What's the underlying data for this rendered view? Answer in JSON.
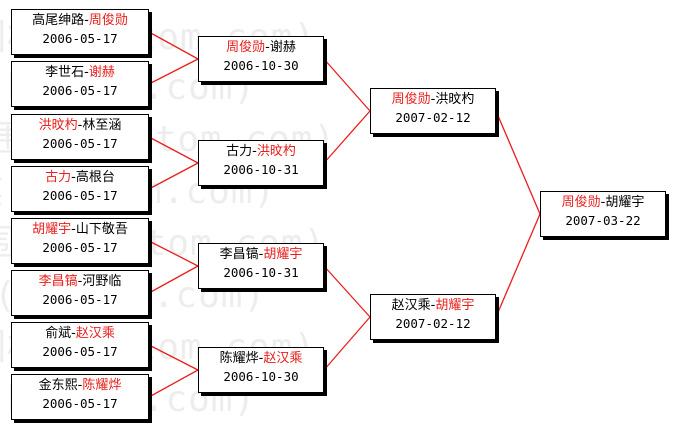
{
  "watermark": {
    "text": "围棋(hoetom.com)"
  },
  "colors": {
    "winner": "#e8201e",
    "line": "#e8201e",
    "text": "#000000"
  },
  "rounds": {
    "round1": [
      {
        "p1": "高尾绅路",
        "p2": "周俊勋",
        "date": "2006-05-17",
        "winner": 2
      },
      {
        "p1": "李世石",
        "p2": "谢赫",
        "date": "2006-05-17",
        "winner": 2
      },
      {
        "p1": "洪旼杓",
        "p2": "林至涵",
        "date": "2006-05-17",
        "winner": 1
      },
      {
        "p1": "古力",
        "p2": "高根台",
        "date": "2006-05-17",
        "winner": 1
      },
      {
        "p1": "胡耀宇",
        "p2": "山下敬吾",
        "date": "2006-05-17",
        "winner": 1
      },
      {
        "p1": "李昌镐",
        "p2": "河野临",
        "date": "2006-05-17",
        "winner": 1
      },
      {
        "p1": "俞斌",
        "p2": "赵汉乘",
        "date": "2006-05-17",
        "winner": 2
      },
      {
        "p1": "金东熙",
        "p2": "陈耀烨",
        "date": "2006-05-17",
        "winner": 2
      }
    ],
    "round2": [
      {
        "p1": "周俊勋",
        "p2": "谢赫",
        "date": "2006-10-30",
        "winner": 1
      },
      {
        "p1": "古力",
        "p2": "洪旼杓",
        "date": "2006-10-31",
        "winner": 2
      },
      {
        "p1": "李昌镐",
        "p2": "胡耀宇",
        "date": "2006-10-31",
        "winner": 2
      },
      {
        "p1": "陈耀烨",
        "p2": "赵汉乘",
        "date": "2006-10-30",
        "winner": 2
      }
    ],
    "semis": [
      {
        "p1": "周俊勋",
        "p2": "洪旼杓",
        "date": "2007-02-12",
        "winner": 1
      },
      {
        "p1": "赵汉乘",
        "p2": "胡耀宇",
        "date": "2007-02-12",
        "winner": 2
      }
    ],
    "final": [
      {
        "p1": "周俊勋",
        "p2": "胡耀宇",
        "date": "2007-03-22",
        "winner": 1
      }
    ]
  }
}
